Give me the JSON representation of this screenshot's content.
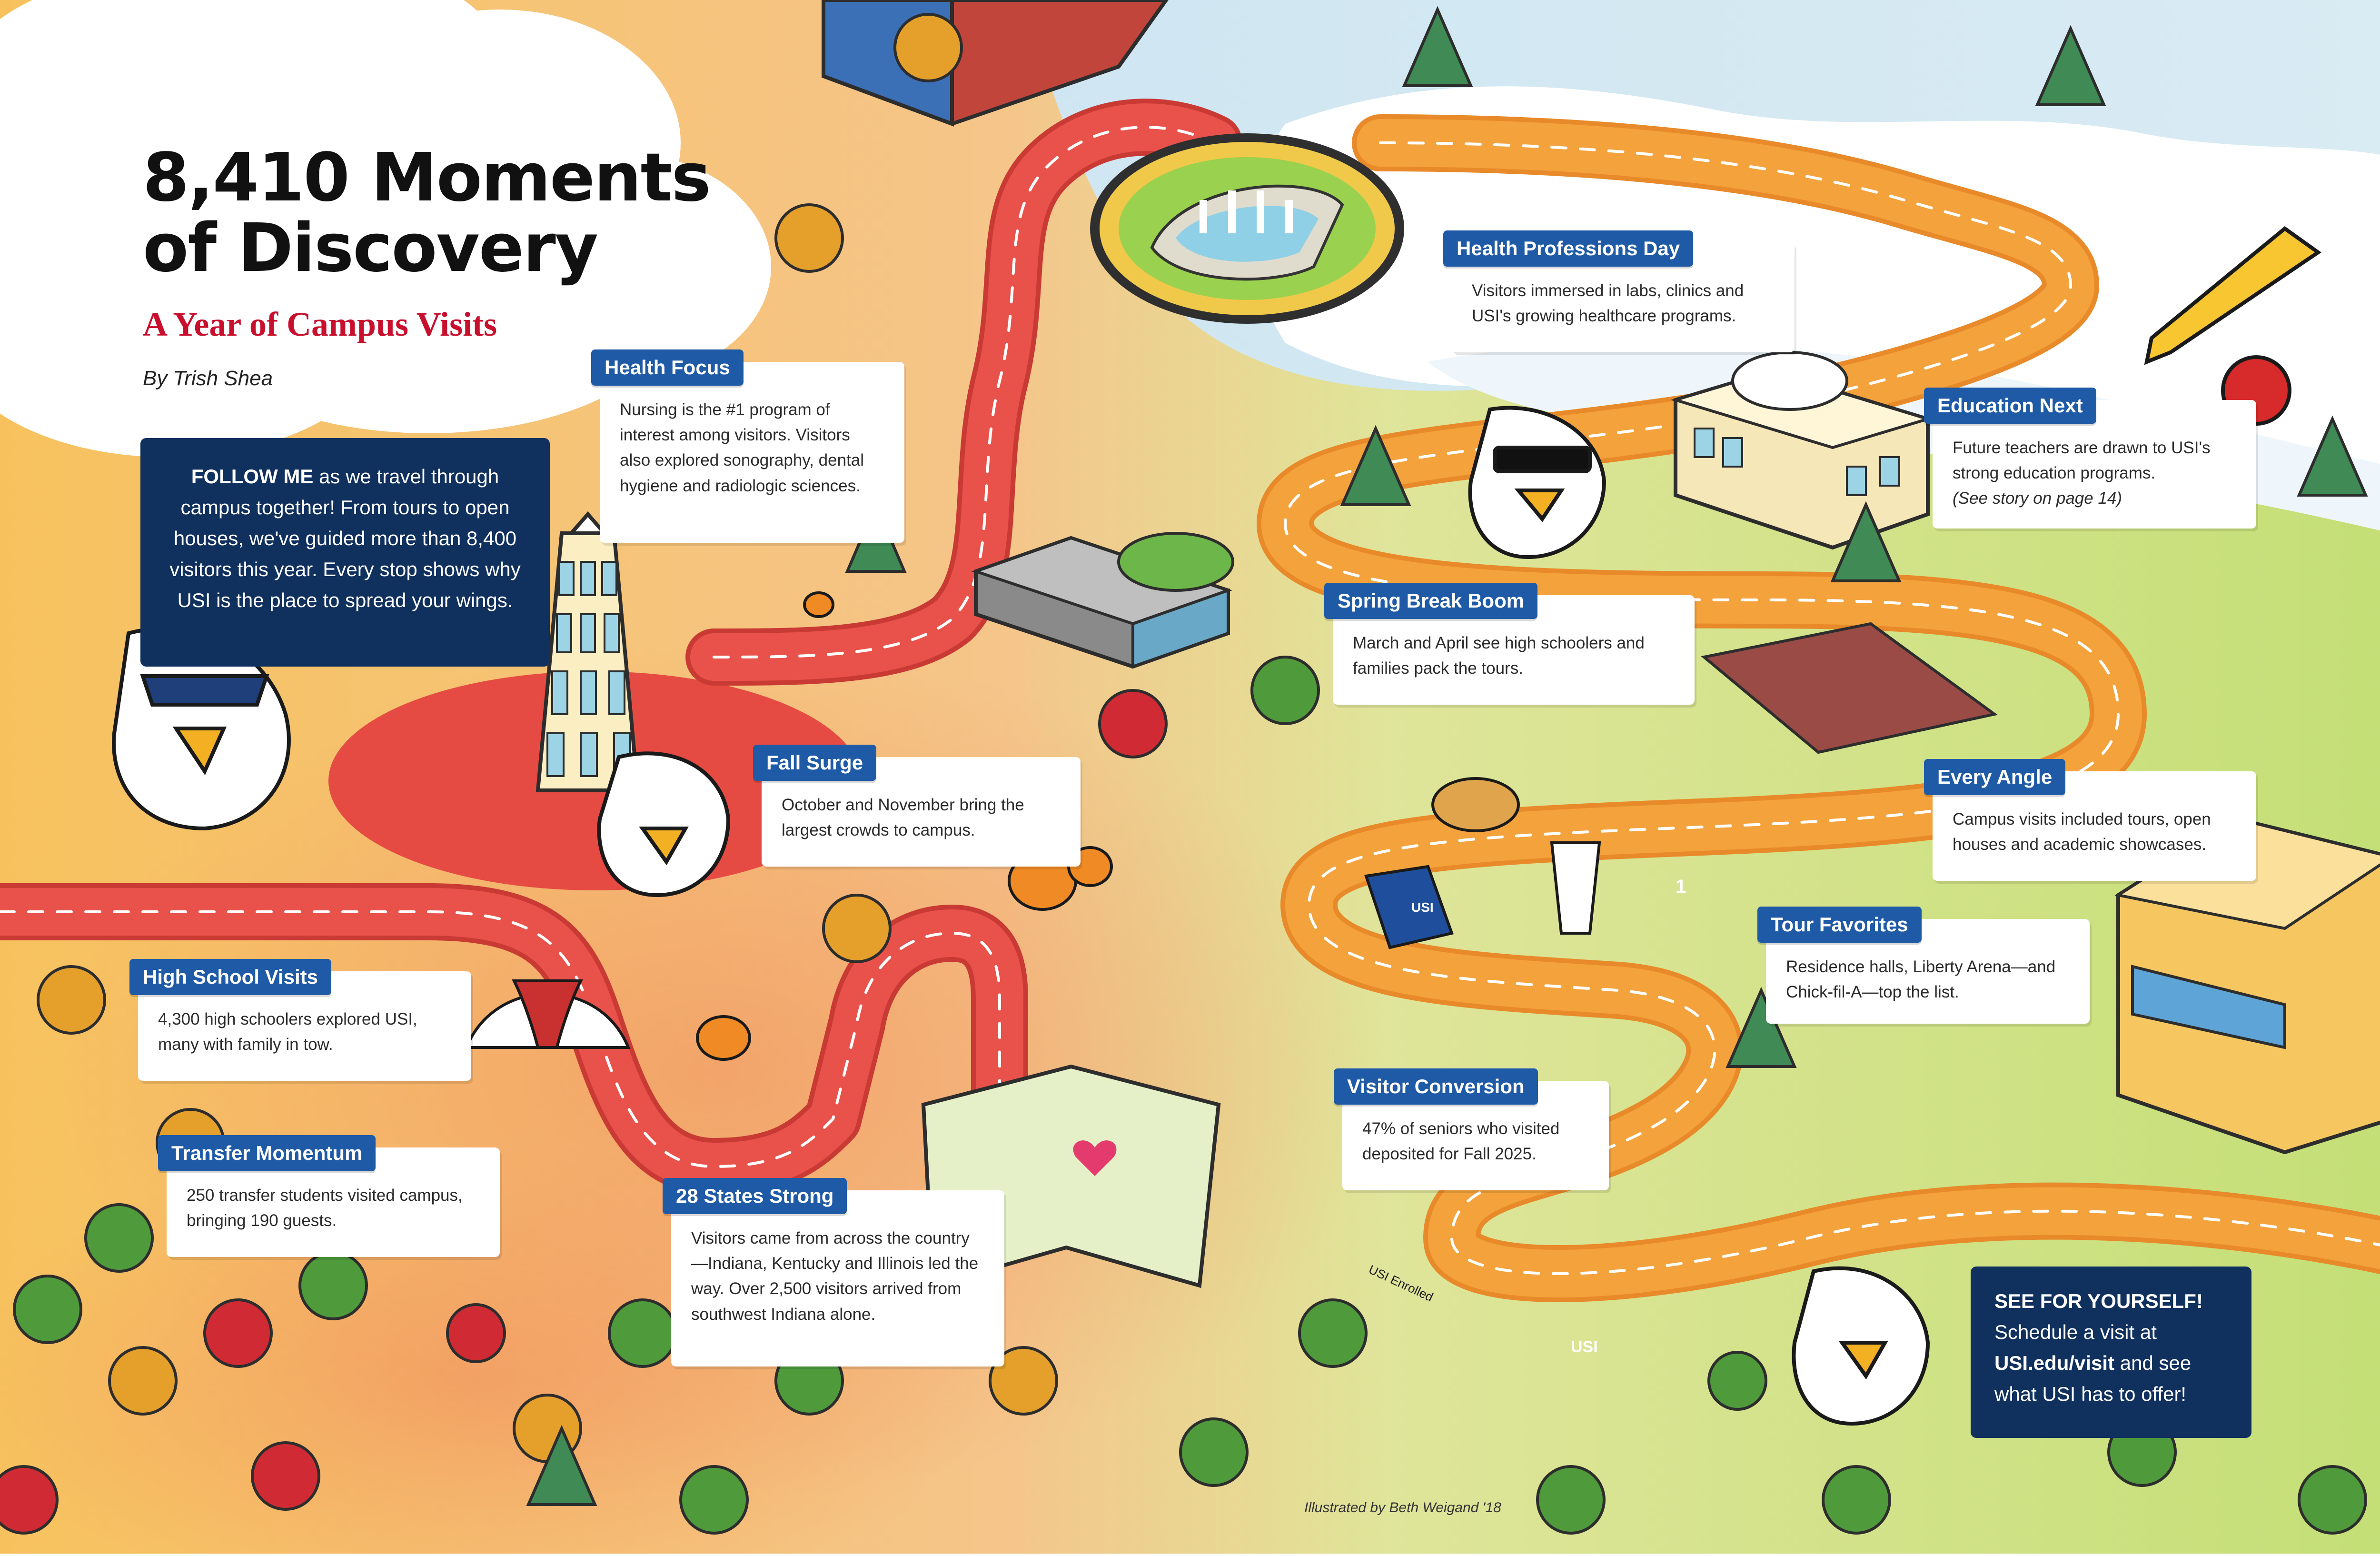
{
  "header": {
    "title_line1": "8,410 Moments",
    "title_line2": "of Discovery",
    "subtitle": "A Year of Campus Visits",
    "byline": "By Trish Shea"
  },
  "intro": {
    "lead": "FOLLOW ME",
    "text": " as we travel through campus together! From tours to open houses, we've guided more than 8,400 visitors this year. Every stop shows why USI is the place to spread your wings."
  },
  "cards": [
    {
      "title": "Health Focus",
      "text": "Nursing is the #1 program of interest among visitors. Visitors also explored sonography, dental hygiene and radiologic sciences."
    },
    {
      "title": "Health Professions Day",
      "text": "Visitors immersed in labs, clinics and USI's growing healthcare programs."
    },
    {
      "title": "Education Next",
      "text": "Future teachers are drawn to USI's strong education programs.",
      "note": "(See story on page 14)"
    },
    {
      "title": "Spring Break Boom",
      "text": "March and April see high schoolers and families pack the tours."
    },
    {
      "title": "Fall Surge",
      "text": "October and November bring the largest crowds to campus."
    },
    {
      "title": "Every Angle",
      "text": "Campus visits included tours, open houses and academic showcases."
    },
    {
      "title": "Tour Favorites",
      "text": "Residence halls, Liberty Arena—and Chick-fil-A—top the list."
    },
    {
      "title": "High School Visits",
      "text": "4,300 high schoolers explored USI, many with family in tow."
    },
    {
      "title": "Visitor Conversion",
      "text": "47% of seniors who visited deposited for Fall 2025."
    },
    {
      "title": "Transfer Momentum",
      "text": "250 transfer students visited campus, bringing 190 guests."
    },
    {
      "title": "28 States Strong",
      "text": "Visitors came from across the country—Indiana, Kentucky and Illinois led the way. Over 2,500 visitors arrived from southwest Indiana alone."
    }
  ],
  "cta": {
    "heading": "SEE FOR YOURSELF!",
    "line1": "Schedule a visit at",
    "link": "USI.edu/visit",
    "line2": " and see what USI has to offer!"
  },
  "credit": "Illustrated by Beth Weigand '18",
  "illustration_text": {
    "pennant_letter": "1",
    "shirt": "USI",
    "form": "USI Enrolled",
    "robot": "USI"
  },
  "colors": {
    "tag_blue": "#1f5aa6",
    "navy": "#10305e",
    "red": "#c8102e",
    "path_red": "#e8524a",
    "path_orange": "#f3a23c",
    "grass": "#c8e07a",
    "snow": "#ffffff"
  }
}
